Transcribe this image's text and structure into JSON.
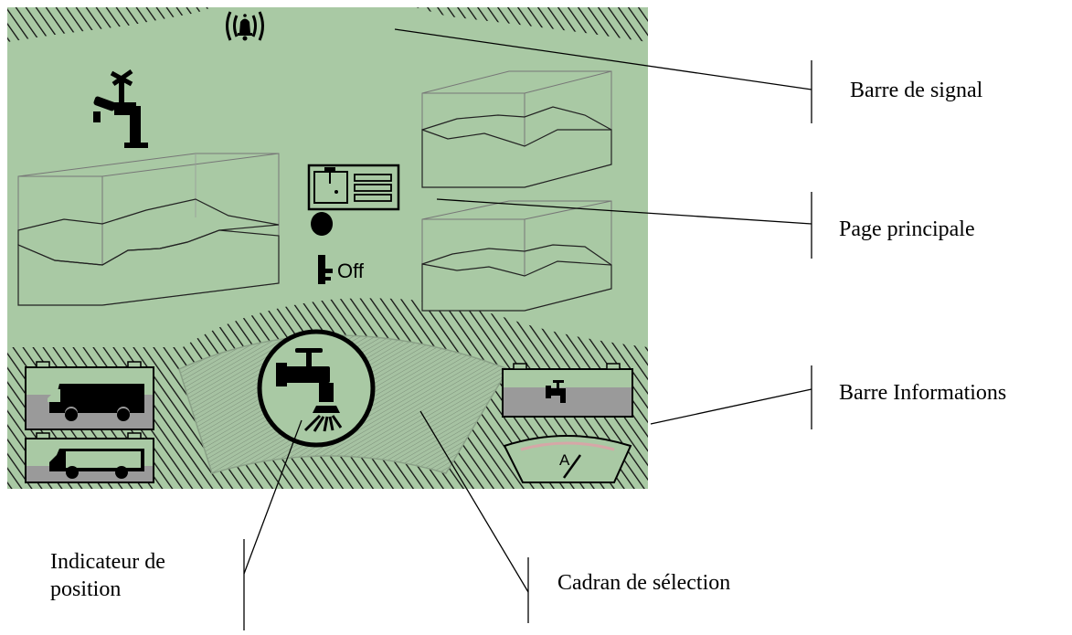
{
  "colors": {
    "screen_background": "#a9c9a4",
    "hatch": "#111111",
    "dial_fill": "#98b494",
    "grey_band": "#9a9a9a"
  },
  "icons": {
    "signal_bar": "bell-alarm-icon",
    "main_page": [
      "tap-icon",
      "sink-icon",
      "key-icon"
    ],
    "position_indicator": "water-tap-icon",
    "info_bar": [
      "motorhome-icon",
      "motorhome-icon",
      "tap-icon",
      "ammeter-gauge-icon"
    ]
  },
  "screen": {
    "key_status": "Off",
    "gauge_label": "A"
  },
  "callouts": {
    "signal_bar": "Barre de signal",
    "main_page": "Page principale",
    "info_bar": "Barre Informations",
    "position_indicator": "Indicateur de position",
    "selection_dial": "Cadran de sélection"
  }
}
